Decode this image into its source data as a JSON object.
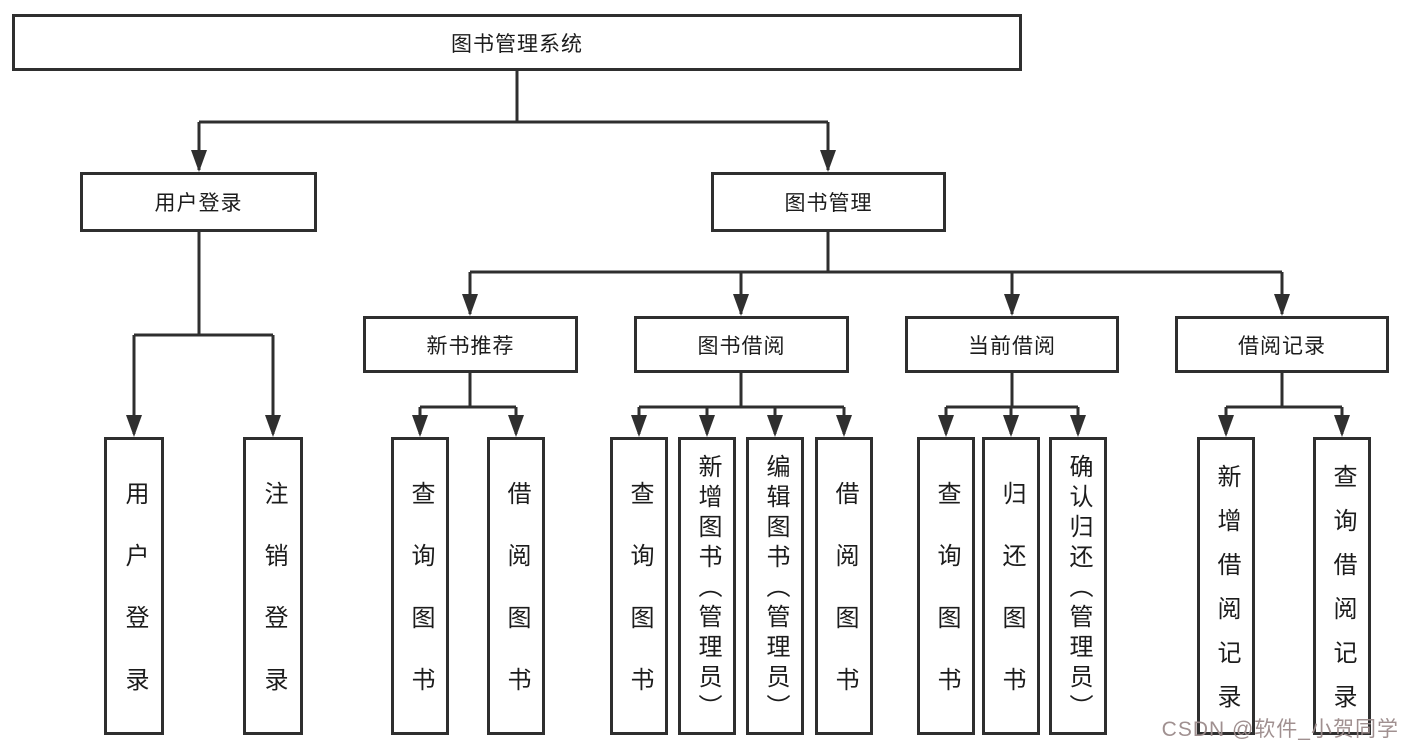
{
  "diagram": {
    "root": {
      "label": "图书管理系统"
    },
    "level2": {
      "login": {
        "label": "用户登录"
      },
      "management": {
        "label": "图书管理"
      }
    },
    "level3": {
      "recommend": {
        "label": "新书推荐"
      },
      "borrow": {
        "label": "图书借阅"
      },
      "current": {
        "label": "当前借阅"
      },
      "records": {
        "label": "借阅记录"
      }
    },
    "leaves": {
      "login": [
        "用户登录",
        "注销登录"
      ],
      "recommend": [
        "查询图书",
        "借阅图书"
      ],
      "borrow": [
        "查询图书",
        "新增图书（管理员）",
        "编辑图书（管理员）",
        "借阅图书"
      ],
      "current": [
        "查询图书",
        "归还图书",
        "确认归还（管理员）"
      ],
      "records": [
        "新增借阅记录",
        "查询借阅记录"
      ]
    },
    "colors": {
      "line": "#2f2f2f",
      "text": "#1c1c1c",
      "background": "#ffffff",
      "watermark": "#9b8b8b"
    },
    "watermark": {
      "text": "CSDN @软件_小贺同学"
    }
  }
}
